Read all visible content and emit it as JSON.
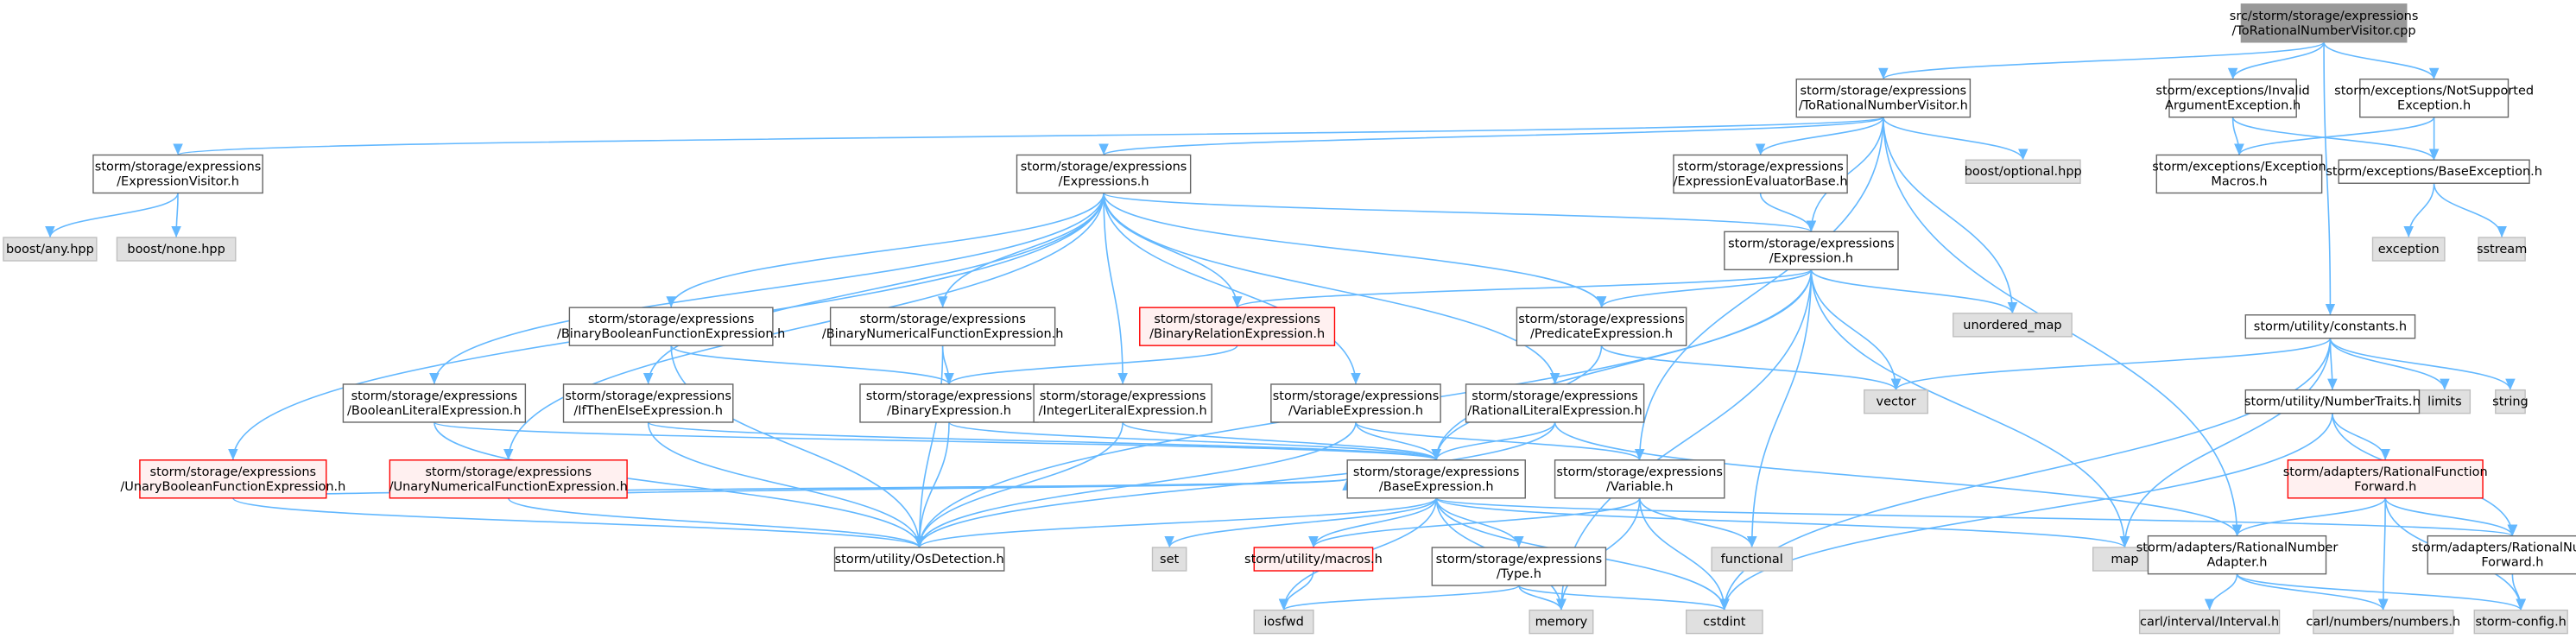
{
  "colors": {
    "edge": "#63b8ff",
    "border_normal": "#666666",
    "border_root": "#999999",
    "border_missing": "#ff0000",
    "border_system": "#bfbfbf",
    "fill_normal": "#ffffff",
    "fill_root": "#999999",
    "fill_missing": "#fff0f0",
    "fill_system": "#e0e0e0"
  },
  "nodes": [
    {
      "id": "root",
      "kind": "root",
      "lines": [
        "src/storm/storage/expressions",
        "/ToRationalNumberVisitor.cpp"
      ]
    },
    {
      "id": "trnv",
      "kind": "normal",
      "lines": [
        "storm/storage/expressions",
        "/ToRationalNumberVisitor.h"
      ]
    },
    {
      "id": "iae",
      "kind": "normal",
      "lines": [
        "storm/exceptions/Invalid",
        "ArgumentException.h"
      ]
    },
    {
      "id": "nse",
      "kind": "normal",
      "lines": [
        "storm/exceptions/NotSupported",
        "Exception.h"
      ]
    },
    {
      "id": "ev",
      "kind": "normal",
      "lines": [
        "storm/storage/expressions",
        "/ExpressionVisitor.h"
      ]
    },
    {
      "id": "exprs",
      "kind": "normal",
      "lines": [
        "storm/storage/expressions",
        "/Expressions.h"
      ]
    },
    {
      "id": "eeb",
      "kind": "normal",
      "lines": [
        "storm/storage/expressions",
        "/ExpressionEvaluatorBase.h"
      ]
    },
    {
      "id": "bopt",
      "kind": "system",
      "lines": [
        "boost/optional.hpp"
      ]
    },
    {
      "id": "emac",
      "kind": "normal",
      "lines": [
        "storm/exceptions/Exception",
        "Macros.h"
      ]
    },
    {
      "id": "bex",
      "kind": "normal",
      "lines": [
        "storm/exceptions/BaseException.h"
      ]
    },
    {
      "id": "bany",
      "kind": "system",
      "lines": [
        "boost/any.hpp"
      ]
    },
    {
      "id": "bnone",
      "kind": "system",
      "lines": [
        "boost/none.hpp"
      ]
    },
    {
      "id": "expr",
      "kind": "normal",
      "lines": [
        "storm/storage/expressions",
        "/Expression.h"
      ]
    },
    {
      "id": "exc",
      "kind": "system",
      "lines": [
        "exception"
      ]
    },
    {
      "id": "sst",
      "kind": "system",
      "lines": [
        "sstream"
      ]
    },
    {
      "id": "umap",
      "kind": "system",
      "lines": [
        "unordered_map"
      ]
    },
    {
      "id": "const",
      "kind": "normal",
      "lines": [
        "storm/utility/constants.h"
      ]
    },
    {
      "id": "bbfe",
      "kind": "normal",
      "lines": [
        "storm/storage/expressions",
        "/BinaryBooleanFunctionExpression.h"
      ]
    },
    {
      "id": "bnfe",
      "kind": "normal",
      "lines": [
        "storm/storage/expressions",
        "/BinaryNumericalFunctionExpression.h"
      ]
    },
    {
      "id": "brel",
      "kind": "missing",
      "lines": [
        "storm/storage/expressions",
        "/BinaryRelationExpression.h"
      ]
    },
    {
      "id": "pred",
      "kind": "normal",
      "lines": [
        "storm/storage/expressions",
        "/PredicateExpression.h"
      ]
    },
    {
      "id": "vec",
      "kind": "system",
      "lines": [
        "vector"
      ]
    },
    {
      "id": "lim",
      "kind": "system",
      "lines": [
        "limits"
      ]
    },
    {
      "id": "str",
      "kind": "system",
      "lines": [
        "string"
      ]
    },
    {
      "id": "ble",
      "kind": "normal",
      "lines": [
        "storm/storage/expressions",
        "/BooleanLiteralExpression.h"
      ]
    },
    {
      "id": "ite",
      "kind": "normal",
      "lines": [
        "storm/storage/expressions",
        "/IfThenElseExpression.h"
      ]
    },
    {
      "id": "binx",
      "kind": "normal",
      "lines": [
        "storm/storage/expressions",
        "/BinaryExpression.h"
      ]
    },
    {
      "id": "ile",
      "kind": "normal",
      "lines": [
        "storm/storage/expressions",
        "/IntegerLiteralExpression.h"
      ]
    },
    {
      "id": "vare",
      "kind": "normal",
      "lines": [
        "storm/storage/expressions",
        "/VariableExpression.h"
      ]
    },
    {
      "id": "rle",
      "kind": "normal",
      "lines": [
        "storm/storage/expressions",
        "/RationalLiteralExpression.h"
      ]
    },
    {
      "id": "nt",
      "kind": "normal",
      "lines": [
        "storm/utility/NumberTraits.h"
      ]
    },
    {
      "id": "ubfe",
      "kind": "missing",
      "lines": [
        "storm/storage/expressions",
        "/UnaryBooleanFunctionExpression.h"
      ]
    },
    {
      "id": "unfe",
      "kind": "missing",
      "lines": [
        "storm/storage/expressions",
        "/UnaryNumericalFunctionExpression.h"
      ]
    },
    {
      "id": "base",
      "kind": "normal",
      "lines": [
        "storm/storage/expressions",
        "/BaseExpression.h"
      ]
    },
    {
      "id": "var",
      "kind": "normal",
      "lines": [
        "storm/storage/expressions",
        "/Variable.h"
      ]
    },
    {
      "id": "rff",
      "kind": "missing",
      "lines": [
        "storm/adapters/RationalFunction",
        "Forward.h"
      ]
    },
    {
      "id": "osd",
      "kind": "normal",
      "lines": [
        "storm/utility/OsDetection.h"
      ]
    },
    {
      "id": "set",
      "kind": "system",
      "lines": [
        "set"
      ]
    },
    {
      "id": "mac",
      "kind": "missing",
      "lines": [
        "storm/utility/macros.h"
      ]
    },
    {
      "id": "type",
      "kind": "normal",
      "lines": [
        "storm/storage/expressions",
        "/Type.h"
      ]
    },
    {
      "id": "func",
      "kind": "system",
      "lines": [
        "functional"
      ]
    },
    {
      "id": "map",
      "kind": "system",
      "lines": [
        "map"
      ]
    },
    {
      "id": "rna",
      "kind": "normal",
      "lines": [
        "storm/adapters/RationalNumber",
        "Adapter.h"
      ]
    },
    {
      "id": "rnf",
      "kind": "normal",
      "lines": [
        "storm/adapters/RationalNumber",
        "Forward.h"
      ]
    },
    {
      "id": "iosfwd",
      "kind": "system",
      "lines": [
        "iosfwd"
      ]
    },
    {
      "id": "mem",
      "kind": "system",
      "lines": [
        "memory"
      ]
    },
    {
      "id": "cstd",
      "kind": "system",
      "lines": [
        "cstdint"
      ]
    },
    {
      "id": "carli",
      "kind": "system",
      "lines": [
        "carl/interval/Interval.h"
      ]
    },
    {
      "id": "carln",
      "kind": "system",
      "lines": [
        "carl/numbers/numbers.h"
      ]
    },
    {
      "id": "scfg",
      "kind": "system",
      "lines": [
        "storm-config.h"
      ]
    }
  ],
  "edges": [
    [
      "root",
      "trnv"
    ],
    [
      "root",
      "iae"
    ],
    [
      "root",
      "nse"
    ],
    [
      "root",
      "const"
    ],
    [
      "trnv",
      "ev"
    ],
    [
      "trnv",
      "exprs"
    ],
    [
      "trnv",
      "eeb"
    ],
    [
      "trnv",
      "bopt"
    ],
    [
      "trnv",
      "expr"
    ],
    [
      "trnv",
      "umap"
    ],
    [
      "trnv",
      "var"
    ],
    [
      "trnv",
      "rna"
    ],
    [
      "iae",
      "emac"
    ],
    [
      "iae",
      "bex"
    ],
    [
      "nse",
      "emac"
    ],
    [
      "nse",
      "bex"
    ],
    [
      "bex",
      "exc"
    ],
    [
      "bex",
      "sst"
    ],
    [
      "ev",
      "bany"
    ],
    [
      "ev",
      "bnone"
    ],
    [
      "eeb",
      "expr"
    ],
    [
      "exprs",
      "expr"
    ],
    [
      "exprs",
      "bbfe"
    ],
    [
      "exprs",
      "bnfe"
    ],
    [
      "exprs",
      "brel"
    ],
    [
      "exprs",
      "pred"
    ],
    [
      "exprs",
      "ble"
    ],
    [
      "exprs",
      "ite"
    ],
    [
      "exprs",
      "ile"
    ],
    [
      "exprs",
      "vare"
    ],
    [
      "exprs",
      "rle"
    ],
    [
      "exprs",
      "ubfe"
    ],
    [
      "exprs",
      "unfe"
    ],
    [
      "expr",
      "brel"
    ],
    [
      "expr",
      "pred"
    ],
    [
      "expr",
      "umap"
    ],
    [
      "expr",
      "vec"
    ],
    [
      "expr",
      "map"
    ],
    [
      "expr",
      "func"
    ],
    [
      "expr",
      "mem"
    ],
    [
      "expr",
      "base"
    ],
    [
      "expr",
      "osd"
    ],
    [
      "const",
      "vec"
    ],
    [
      "const",
      "lim"
    ],
    [
      "const",
      "str"
    ],
    [
      "const",
      "nt"
    ],
    [
      "const",
      "map"
    ],
    [
      "const",
      "cstd"
    ],
    [
      "bbfe",
      "binx"
    ],
    [
      "bbfe",
      "osd"
    ],
    [
      "bnfe",
      "binx"
    ],
    [
      "bnfe",
      "osd"
    ],
    [
      "brel",
      "binx"
    ],
    [
      "pred",
      "base"
    ],
    [
      "pred",
      "vec"
    ],
    [
      "ble",
      "base"
    ],
    [
      "ble",
      "osd"
    ],
    [
      "ite",
      "base"
    ],
    [
      "ite",
      "osd"
    ],
    [
      "binx",
      "base"
    ],
    [
      "binx",
      "osd"
    ],
    [
      "ile",
      "base"
    ],
    [
      "ile",
      "osd"
    ],
    [
      "vare",
      "base"
    ],
    [
      "vare",
      "var"
    ],
    [
      "vare",
      "osd"
    ],
    [
      "rle",
      "base"
    ],
    [
      "rle",
      "rna"
    ],
    [
      "rle",
      "osd"
    ],
    [
      "ubfe",
      "base"
    ],
    [
      "ubfe",
      "osd"
    ],
    [
      "unfe",
      "base"
    ],
    [
      "unfe",
      "osd"
    ],
    [
      "nt",
      "rff"
    ],
    [
      "nt",
      "rnf"
    ],
    [
      "nt",
      "cstd"
    ],
    [
      "rff",
      "rna"
    ],
    [
      "rff",
      "rnf"
    ],
    [
      "rff",
      "carln"
    ],
    [
      "rff",
      "scfg"
    ],
    [
      "base",
      "osd"
    ],
    [
      "base",
      "set"
    ],
    [
      "base",
      "mac"
    ],
    [
      "base",
      "type"
    ],
    [
      "base",
      "mem"
    ],
    [
      "base",
      "iosfwd"
    ],
    [
      "base",
      "cstd"
    ],
    [
      "base",
      "map"
    ],
    [
      "base",
      "rnf"
    ],
    [
      "var",
      "mac"
    ],
    [
      "var",
      "mem"
    ],
    [
      "var",
      "cstd"
    ],
    [
      "var",
      "func"
    ],
    [
      "mac",
      "iosfwd"
    ],
    [
      "type",
      "iosfwd"
    ],
    [
      "type",
      "mem"
    ],
    [
      "type",
      "cstd"
    ],
    [
      "rna",
      "carli"
    ],
    [
      "rna",
      "carln"
    ],
    [
      "rna",
      "scfg"
    ],
    [
      "rnf",
      "scfg"
    ]
  ]
}
